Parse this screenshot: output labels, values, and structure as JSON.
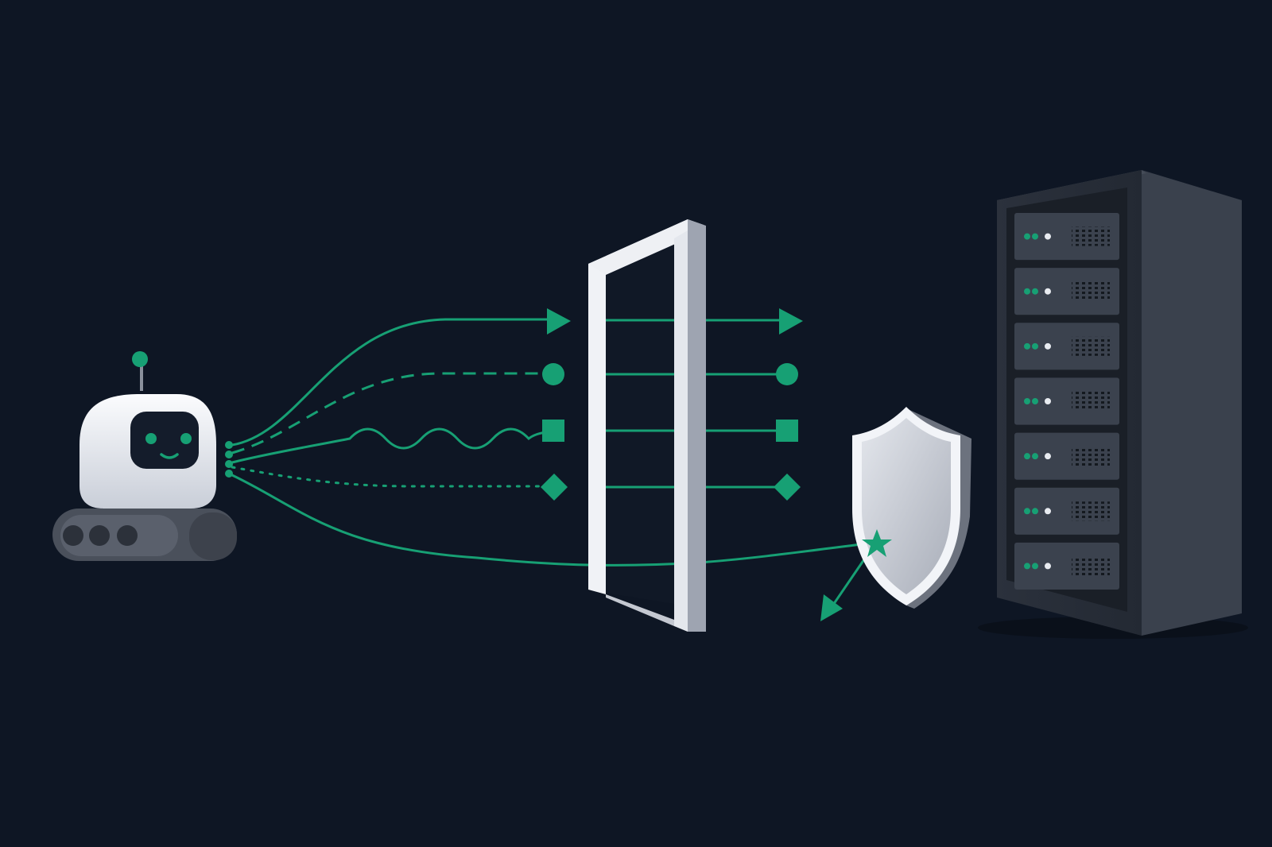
{
  "colors": {
    "background": "#0e1624",
    "accent_green": "#17a074",
    "robot_white": "#eceef3",
    "robot_face": "#141c2b",
    "gate_white": "#f0f2f6",
    "gate_shadow": "#9ea4b1",
    "shield_fill": "#c6cad3",
    "server_dark": "#2a303b",
    "server_panel": "#3a414d",
    "led_green": "#17a074",
    "led_white": "#e8ebf0"
  },
  "icons": [
    "robot-icon",
    "gate-frame-icon",
    "shield-icon",
    "server-rack-icon",
    "arrow-head-icon",
    "circle-marker-icon",
    "square-marker-icon",
    "diamond-marker-icon",
    "star-impact-icon"
  ],
  "paths": [
    {
      "style": "solid",
      "marker": "arrow",
      "passes_gate": true
    },
    {
      "style": "dashed",
      "marker": "circle",
      "passes_gate": true
    },
    {
      "style": "wavy",
      "marker": "square",
      "passes_gate": true
    },
    {
      "style": "dotted",
      "marker": "diamond",
      "passes_gate": true
    },
    {
      "style": "solid",
      "marker": "star",
      "passes_gate": true,
      "deflected_by_shield": true
    }
  ],
  "server": {
    "unit_count": 7
  }
}
